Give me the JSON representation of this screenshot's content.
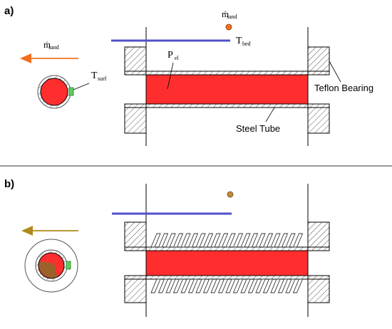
{
  "panel_a": {
    "label": "a)",
    "mdot_sand_top": {
      "symbol": "ṁ",
      "sub": "sand"
    },
    "mdot_sand_left": {
      "symbol": "ṁ",
      "sub": "sand"
    },
    "t_bed": {
      "symbol": "T",
      "sub": "bed"
    },
    "t_surf": {
      "symbol": "T",
      "sub": "surf"
    },
    "p_el": {
      "symbol": "P",
      "sub": "el"
    },
    "teflon_bearing": "Teflon Bearing",
    "steel_tube": "Steel Tube"
  },
  "panel_b": {
    "label": "b)"
  },
  "colors": {
    "heater_red": "#ff2e2e",
    "arrow_orange_a": "#f07020",
    "arrow_brown_b": "#b08a1a",
    "sand_particle_a": "#f07020",
    "sand_particle_b": "#c48a3a",
    "bed_line_blue": "#5050c8",
    "thermocouple_green": "#5ad05a"
  }
}
